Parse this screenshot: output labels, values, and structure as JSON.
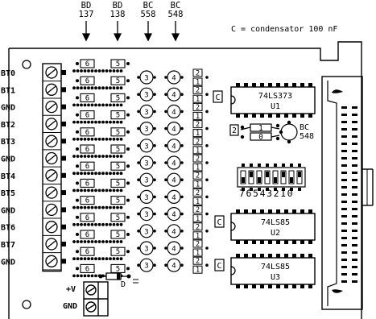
{
  "header": {
    "transistor_labels": [
      {
        "line1": "BD",
        "line2": "137"
      },
      {
        "line1": "BD",
        "line2": "138"
      },
      {
        "line1": "BC",
        "line2": "558"
      },
      {
        "line1": "BC",
        "line2": "548"
      }
    ],
    "legend": "C = condensator 100 nF"
  },
  "terminals": [
    "BT0",
    "BT1",
    "GND",
    "BT2",
    "BT3",
    "GND",
    "BT4",
    "BT5",
    "GND",
    "BT6",
    "BT7",
    "GND"
  ],
  "power": {
    "plus": "+V",
    "gnd": "GND"
  },
  "part_marks": {
    "resistor_a": "6",
    "resistor_b": "5",
    "transistor_a": "3",
    "transistor_b": "4",
    "resistor_pair_top": "2",
    "resistor_pair_bottom": "1",
    "capacitor": "C",
    "diode": "D"
  },
  "chips": [
    {
      "part": "74LS373",
      "ref": "U1"
    },
    {
      "part": "74LS85",
      "ref": "U2"
    },
    {
      "part": "74LS85",
      "ref": "U3"
    }
  ],
  "mid_group": {
    "left_mark": "2",
    "top_mark": "1",
    "bottom_mark": "0",
    "transistor_line1": "BC",
    "transistor_line2": "548"
  },
  "dip_switch_label": "76543210"
}
